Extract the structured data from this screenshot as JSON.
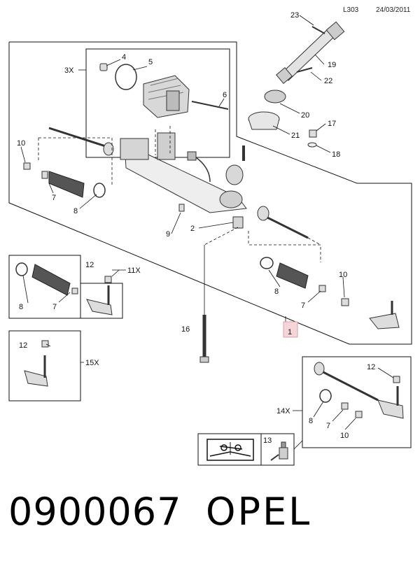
{
  "header": {
    "ref": "L303",
    "date": "24/03/2011"
  },
  "callouts": {
    "c1": "1",
    "c2": "2",
    "c4": "4",
    "c5": "5",
    "c6": "6",
    "c7a": "7",
    "c7b": "7",
    "c7c": "7",
    "c7d": "7",
    "c8a": "8",
    "c8b": "8",
    "c8c": "8",
    "c8d": "8",
    "c9": "9",
    "c10a": "10",
    "c10b": "10",
    "c10c": "10",
    "c12a": "12",
    "c12b": "12",
    "c12c": "12",
    "c13": "13",
    "c16": "16",
    "c17": "17",
    "c18": "18",
    "c19": "19",
    "c20": "20",
    "c21": "21",
    "c22": "22",
    "c23": "23"
  },
  "multipliers": {
    "m3x": "3X",
    "m11x": "11X",
    "m15x": "15X",
    "m14x": "14X"
  },
  "footer": {
    "part_number": "0900067",
    "brand": "OPEL"
  },
  "colors": {
    "line": "#111111",
    "fill_grey": "#cfcfcf",
    "dark_grey": "#555555",
    "badge_pink": "#f6d5d8",
    "badge_border": "#d9a0a8"
  },
  "icons": [
    "repair-manual-icon",
    "lubricant-icon"
  ]
}
